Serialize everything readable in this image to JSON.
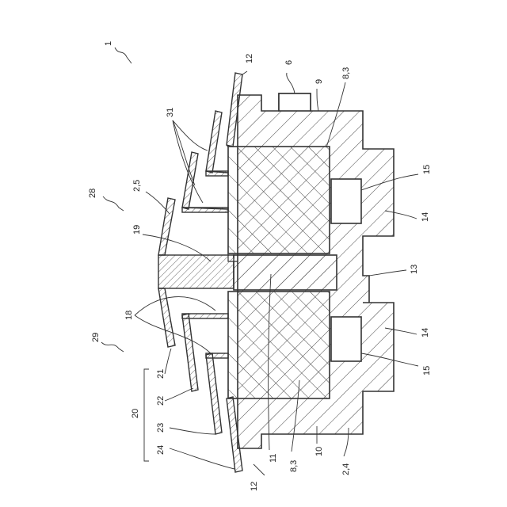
{
  "labels": {
    "l1": "1",
    "l28": "28",
    "l29": "29",
    "l25": "2,5",
    "l19": "19",
    "l31": "31",
    "l12_top": "12",
    "l6": "6",
    "l9": "9",
    "l83_top": "8,3",
    "l15_top": "15",
    "l14_top": "14",
    "l13": "13",
    "l14_bottom": "14",
    "l15_bottom": "15",
    "l18": "18",
    "l21": "21",
    "l22": "22",
    "l23": "23",
    "l24": "24",
    "l20": "20",
    "l12_bottom": "12",
    "l11": "11",
    "l83_bottom": "8,3",
    "l10": "10",
    "l24b": "2,4"
  }
}
